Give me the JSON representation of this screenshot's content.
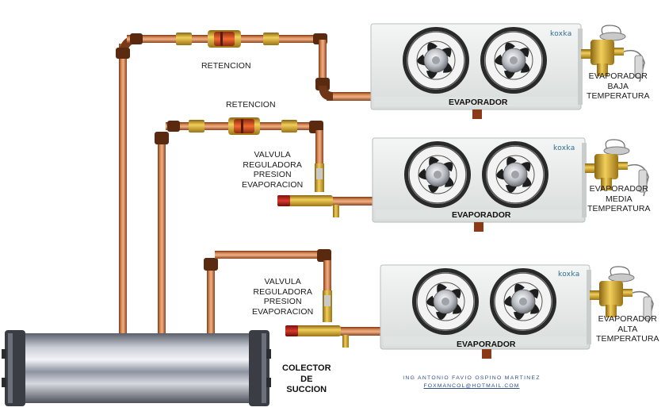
{
  "labels": {
    "retention_top": "RETENCION",
    "retention_mid": "RETENCION",
    "valve_mid": [
      "VALVULA",
      "REGULADORA",
      "PRESION",
      "EVAPORACION"
    ],
    "valve_bot": [
      "VALVULA",
      "REGULADORA",
      "PRESION",
      "EVAPORACION"
    ],
    "collector": [
      "COLECTOR",
      "DE",
      "SUCCION"
    ]
  },
  "evaporators": [
    {
      "caption": "EVAPORADOR",
      "brand": "koxka",
      "side_label": [
        "EVAPORADOR",
        "BAJA",
        "TEMPERATURA"
      ]
    },
    {
      "caption": "EVAPORADOR",
      "brand": "koxka",
      "side_label": [
        "EVAPORADOR",
        "MEDIA",
        "TEMPERATURA"
      ]
    },
    {
      "caption": "EVAPORADOR",
      "brand": "koxka",
      "side_label": [
        "EVAPORADOR",
        "ALTA",
        "TEMPERATURA"
      ]
    }
  ],
  "credit": {
    "author": "ING ANTONIO FAVIO OSPINO MARTINEZ",
    "email": "FOXMANCOL@HOTMAIL.COM"
  },
  "colors": {
    "copper": "#b8673a",
    "copper_dark": "#6e3517",
    "brass": "#d4a62a",
    "unit_body": "#e8ebea",
    "fan_blade": "#1e1e1e"
  }
}
